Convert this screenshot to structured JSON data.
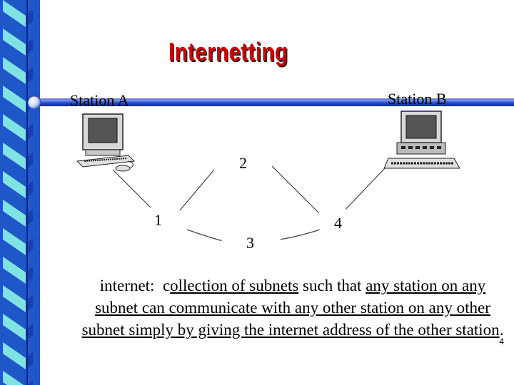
{
  "slide": {
    "title": "Internetting",
    "station_a": "Station A",
    "station_b": "Station B",
    "nodes": [
      "1",
      "2",
      "3",
      "4"
    ],
    "body": {
      "term": "internet:",
      "gap": "  ",
      "c": "c",
      "p1": "ollection of subnets",
      "p2": " such that ",
      "p3": "any station on any subnet can communicate with any other station on any other subnet simply by giving the internet address of the other station",
      "p4": "."
    },
    "page_number": "4"
  },
  "colors": {
    "background": "#1f56c8",
    "slide": "#ffffff",
    "title": "#cc0000",
    "stripe_cyan": "#7fe3e3",
    "stripe_blue": "#1b3fb0"
  },
  "icons": [
    "workstation-icon",
    "workstation-icon",
    "bullet-ball-icon"
  ]
}
